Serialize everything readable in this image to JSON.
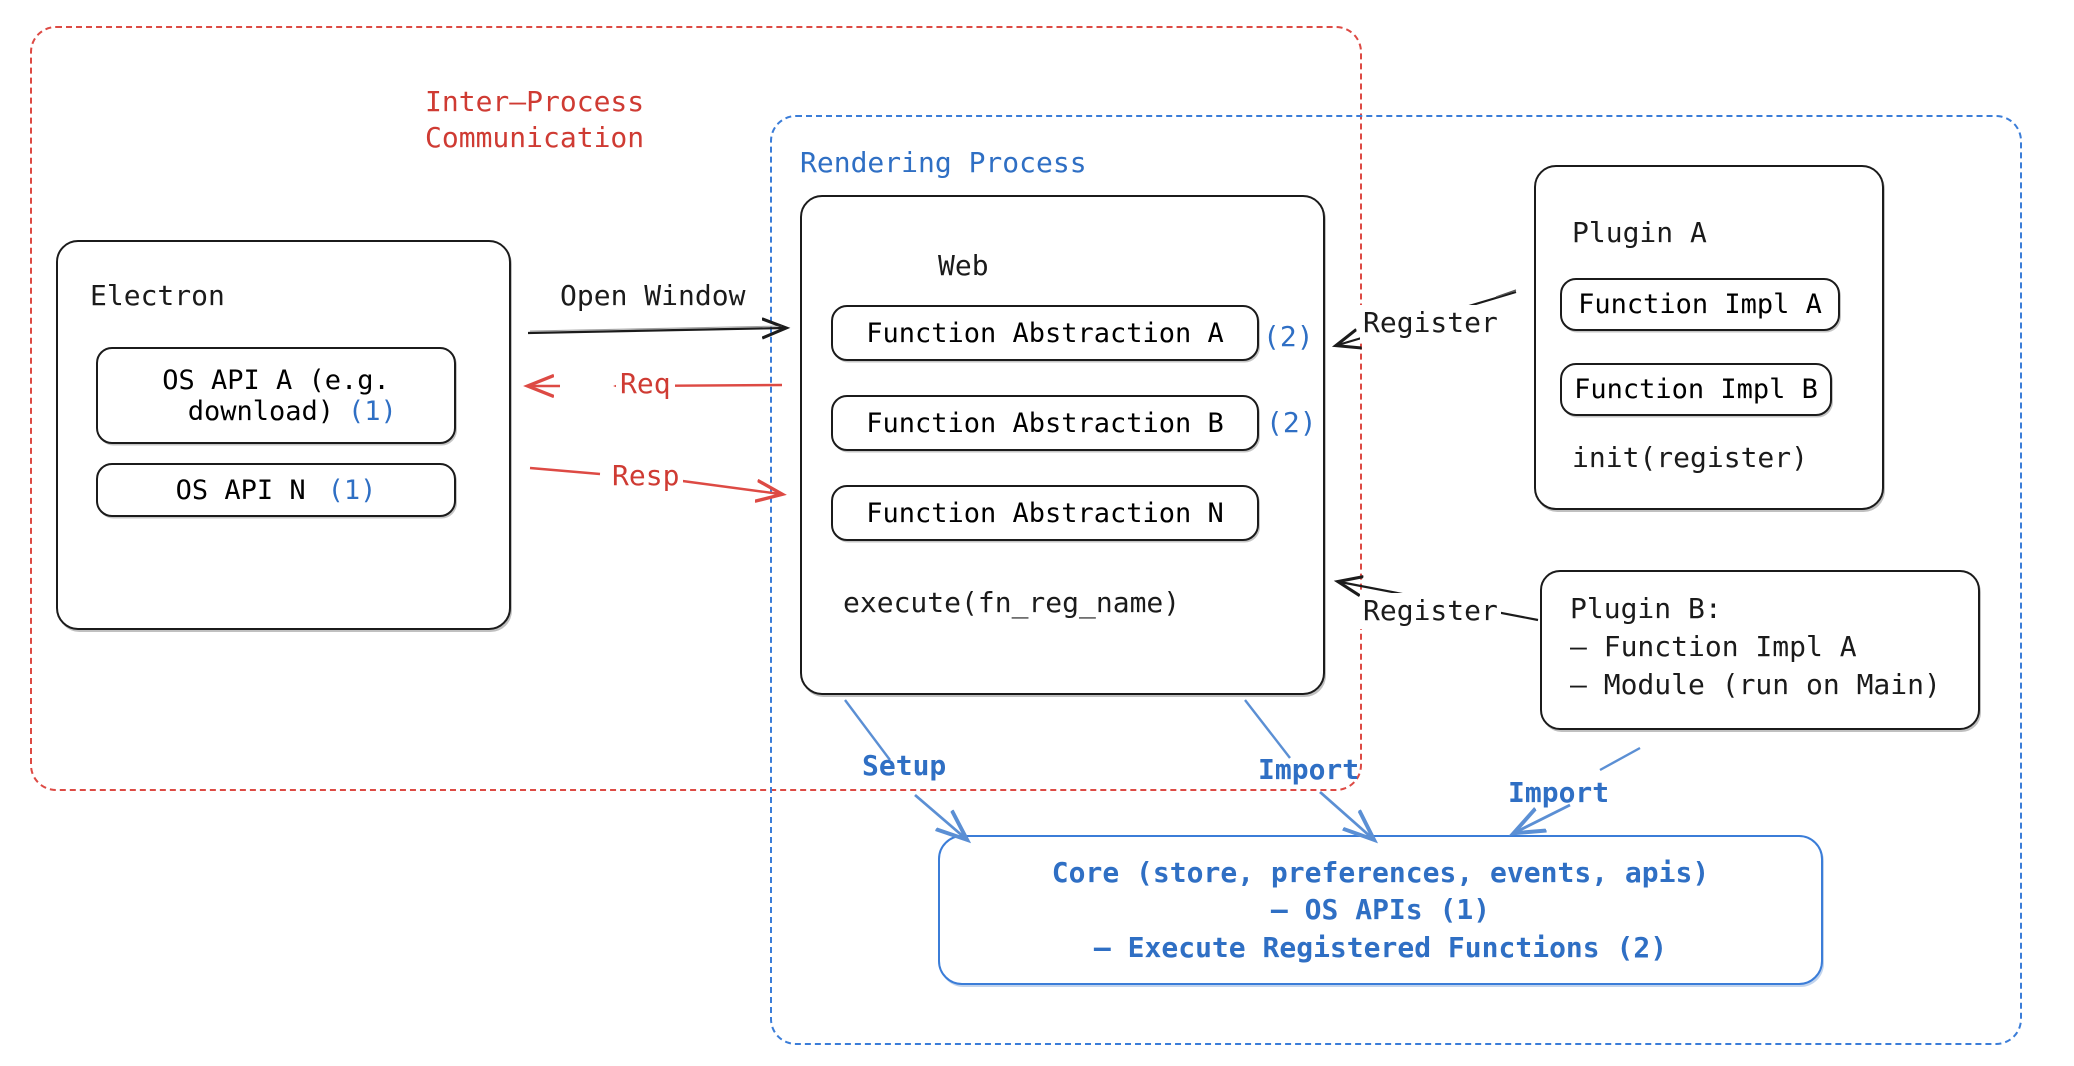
{
  "diagram": {
    "title_ipc": "Inter-Process\nCommunication",
    "title_rendering": "Rendering Process"
  },
  "electron": {
    "title": "Electron",
    "apis": [
      {
        "label": "OS API A (e.g.\n  download)",
        "marker": "(1)"
      },
      {
        "label": "OS API N",
        "marker": "(1)"
      }
    ]
  },
  "web": {
    "title": "Web",
    "functions": [
      {
        "label": "Function Abstraction A",
        "marker": "(2)"
      },
      {
        "label": "Function Abstraction B",
        "marker": "(2)"
      },
      {
        "label": "Function Abstraction N",
        "marker": ""
      }
    ],
    "execute": "execute(fn_reg_name)"
  },
  "plugin_a": {
    "title": "Plugin A",
    "impls": [
      "Function Impl A",
      "Function Impl B"
    ],
    "init": "init(register)"
  },
  "plugin_b": {
    "lines": [
      "Plugin B:",
      "– Function Impl A",
      "– Module (run on Main)"
    ]
  },
  "core": {
    "lines": [
      "Core (store, preferences, events, apis)",
      "– OS APIs (1)",
      "– Execute Registered Functions (2)"
    ]
  },
  "arrows": {
    "open_window": "Open Window",
    "req": "Req",
    "resp": "Resp",
    "register_a": "Register",
    "register_b": "Register",
    "setup": "Setup",
    "import_web": "Import",
    "import_plugin": "Import"
  },
  "colors": {
    "ipc_red": "#dd4a44",
    "rendering_blue": "#3b7dd8",
    "marker_blue": "#2f6fc4",
    "stroke_black": "#1b1b1b"
  }
}
